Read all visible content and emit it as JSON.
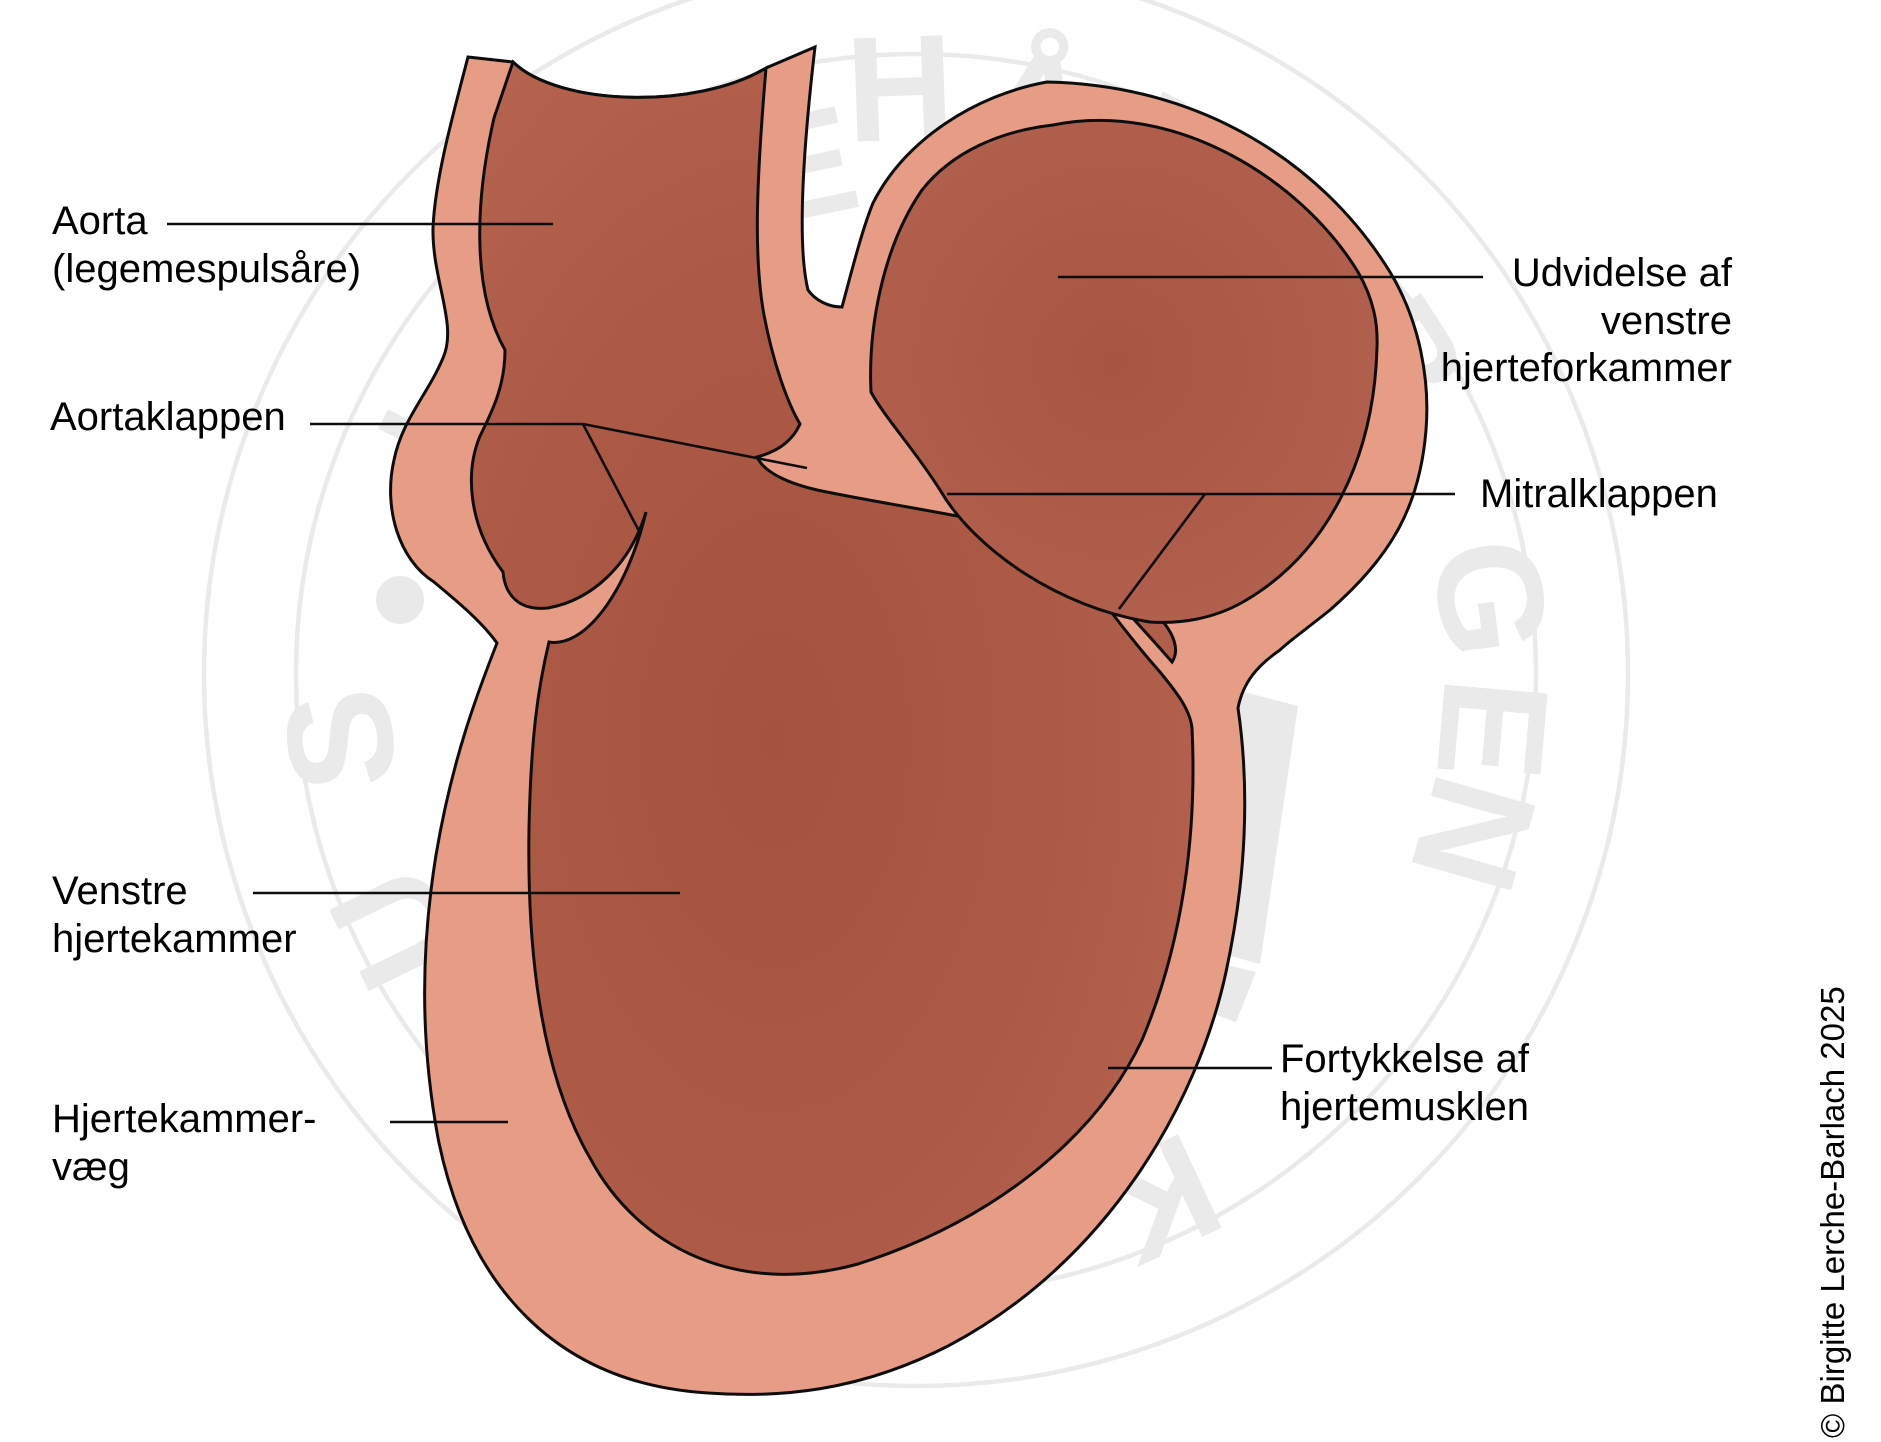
{
  "labels": {
    "aorta": {
      "text": "Aorta\n(legemespulsåre)"
    },
    "aortaklappen": {
      "text": "Aortaklappen"
    },
    "venstre": {
      "text": "Venstre\nhjertekammer"
    },
    "vaeg": {
      "text": "Hjertekammer-\nvæg"
    },
    "udvidelse": {
      "text": "Udvidelse af\nvenstre\nhjerteforkammer"
    },
    "mitralklappen": {
      "text": "Mitralklappen"
    },
    "fortykkelse": {
      "text": "Fortykkelse af\nhjertemusklen"
    }
  },
  "copyright": {
    "text": "© Birgitte Lerche-Barlach 2025"
  },
  "watermark": {
    "letters": [
      "E",
      "H",
      "Å",
      "N",
      "D",
      "B",
      "G",
      "E",
      "N",
      "S",
      "U",
      "K",
      "L"
    ]
  },
  "colors": {
    "wall_pink": "#E79D85",
    "chamber_red": "#AE5B48",
    "chamber_red_deep": "#A5533F",
    "chamber_red_edge": "#B96853",
    "outline": "#0D0D0D",
    "watermark_gray": "#EAEAEA",
    "label_text": "#000000"
  }
}
